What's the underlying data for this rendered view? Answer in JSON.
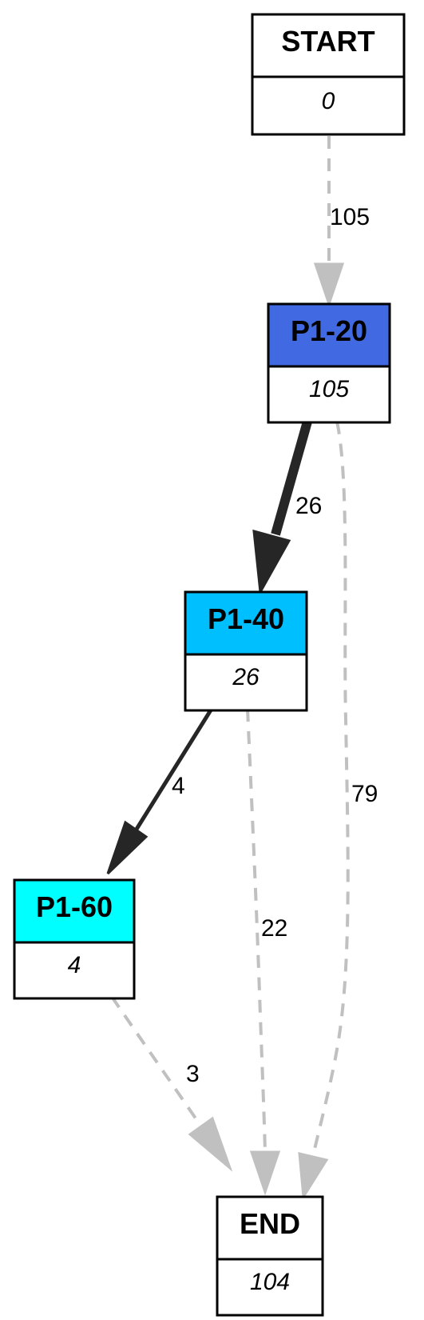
{
  "nodes": {
    "start": {
      "title": "START",
      "value": "0",
      "color": "#ffffff"
    },
    "p1_20": {
      "title": "P1-20",
      "value": "105",
      "color": "#4169e1"
    },
    "p1_40": {
      "title": "P1-40",
      "value": "26",
      "color": "#00bfff"
    },
    "p1_60": {
      "title": "P1-60",
      "value": "4",
      "color": "#00ffff"
    },
    "end": {
      "title": "END",
      "value": "104",
      "color": "#ffffff"
    }
  },
  "edges": {
    "start_p1_20": {
      "label": "105",
      "style": "dashed",
      "color": "#c0c0c0"
    },
    "p1_20_p1_40": {
      "label": "26",
      "style": "solid",
      "color": "#262626"
    },
    "p1_20_end": {
      "label": "79",
      "style": "dashed",
      "color": "#c0c0c0"
    },
    "p1_40_p1_60": {
      "label": "4",
      "style": "solid",
      "color": "#262626"
    },
    "p1_40_end": {
      "label": "22",
      "style": "dashed",
      "color": "#c0c0c0"
    },
    "p1_60_end": {
      "label": "3",
      "style": "dashed",
      "color": "#c0c0c0"
    }
  }
}
